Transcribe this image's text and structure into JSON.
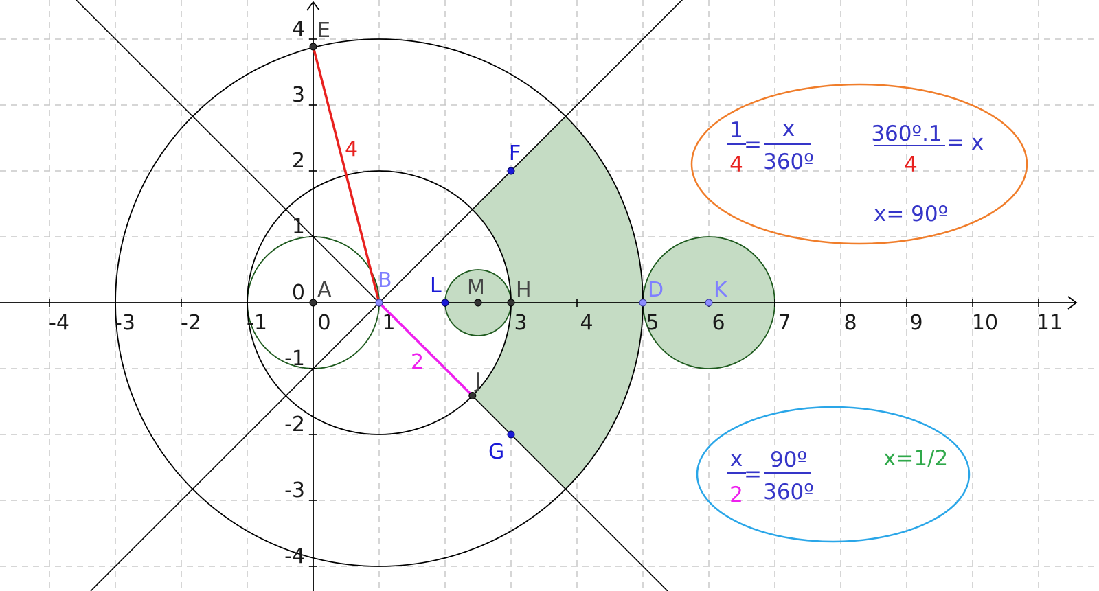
{
  "axes": {
    "x_ticks": [
      "-4",
      "-3",
      "-2",
      "-1",
      "0",
      "1",
      "3",
      "4",
      "5",
      "6",
      "7",
      "8",
      "9",
      "10",
      "11"
    ],
    "y_ticks": [
      "4",
      "3",
      "2",
      "1",
      "0",
      "-1",
      "-2",
      "-3",
      "-4"
    ]
  },
  "points": {
    "A": "A",
    "B": "B",
    "D": "D",
    "E": "E",
    "F": "F",
    "G": "G",
    "H": "H",
    "J": "J",
    "K": "K",
    "L": "L",
    "M": "M"
  },
  "segment_labels": {
    "BE": "4",
    "BJ": "2"
  },
  "equation_box_top": {
    "frac1_num": "1",
    "frac1_den": "4",
    "equals1": "=",
    "frac2_num": "x",
    "frac2_den": "360º",
    "frac3_num": "360º.1",
    "frac3_den": "4",
    "equals2": "= x",
    "result": "x= 90º"
  },
  "equation_box_bottom": {
    "frac1_num": "x",
    "frac1_den": "2",
    "equals1": "=",
    "frac2_num": "90º",
    "frac2_den": "360º",
    "result": "x=1/2"
  },
  "colors": {
    "grid": "#c8c8c8",
    "axis": "#000000",
    "shade": "#c5dcc4",
    "shade_stroke": "#1e5a1e",
    "red": "#e8211f",
    "magenta": "#ee20ee",
    "blue": "#3535c8",
    "light_blue": "#7f7fff",
    "green": "#2fa84a",
    "orange": "#f07d2a",
    "cyan": "#2aa6e8"
  }
}
